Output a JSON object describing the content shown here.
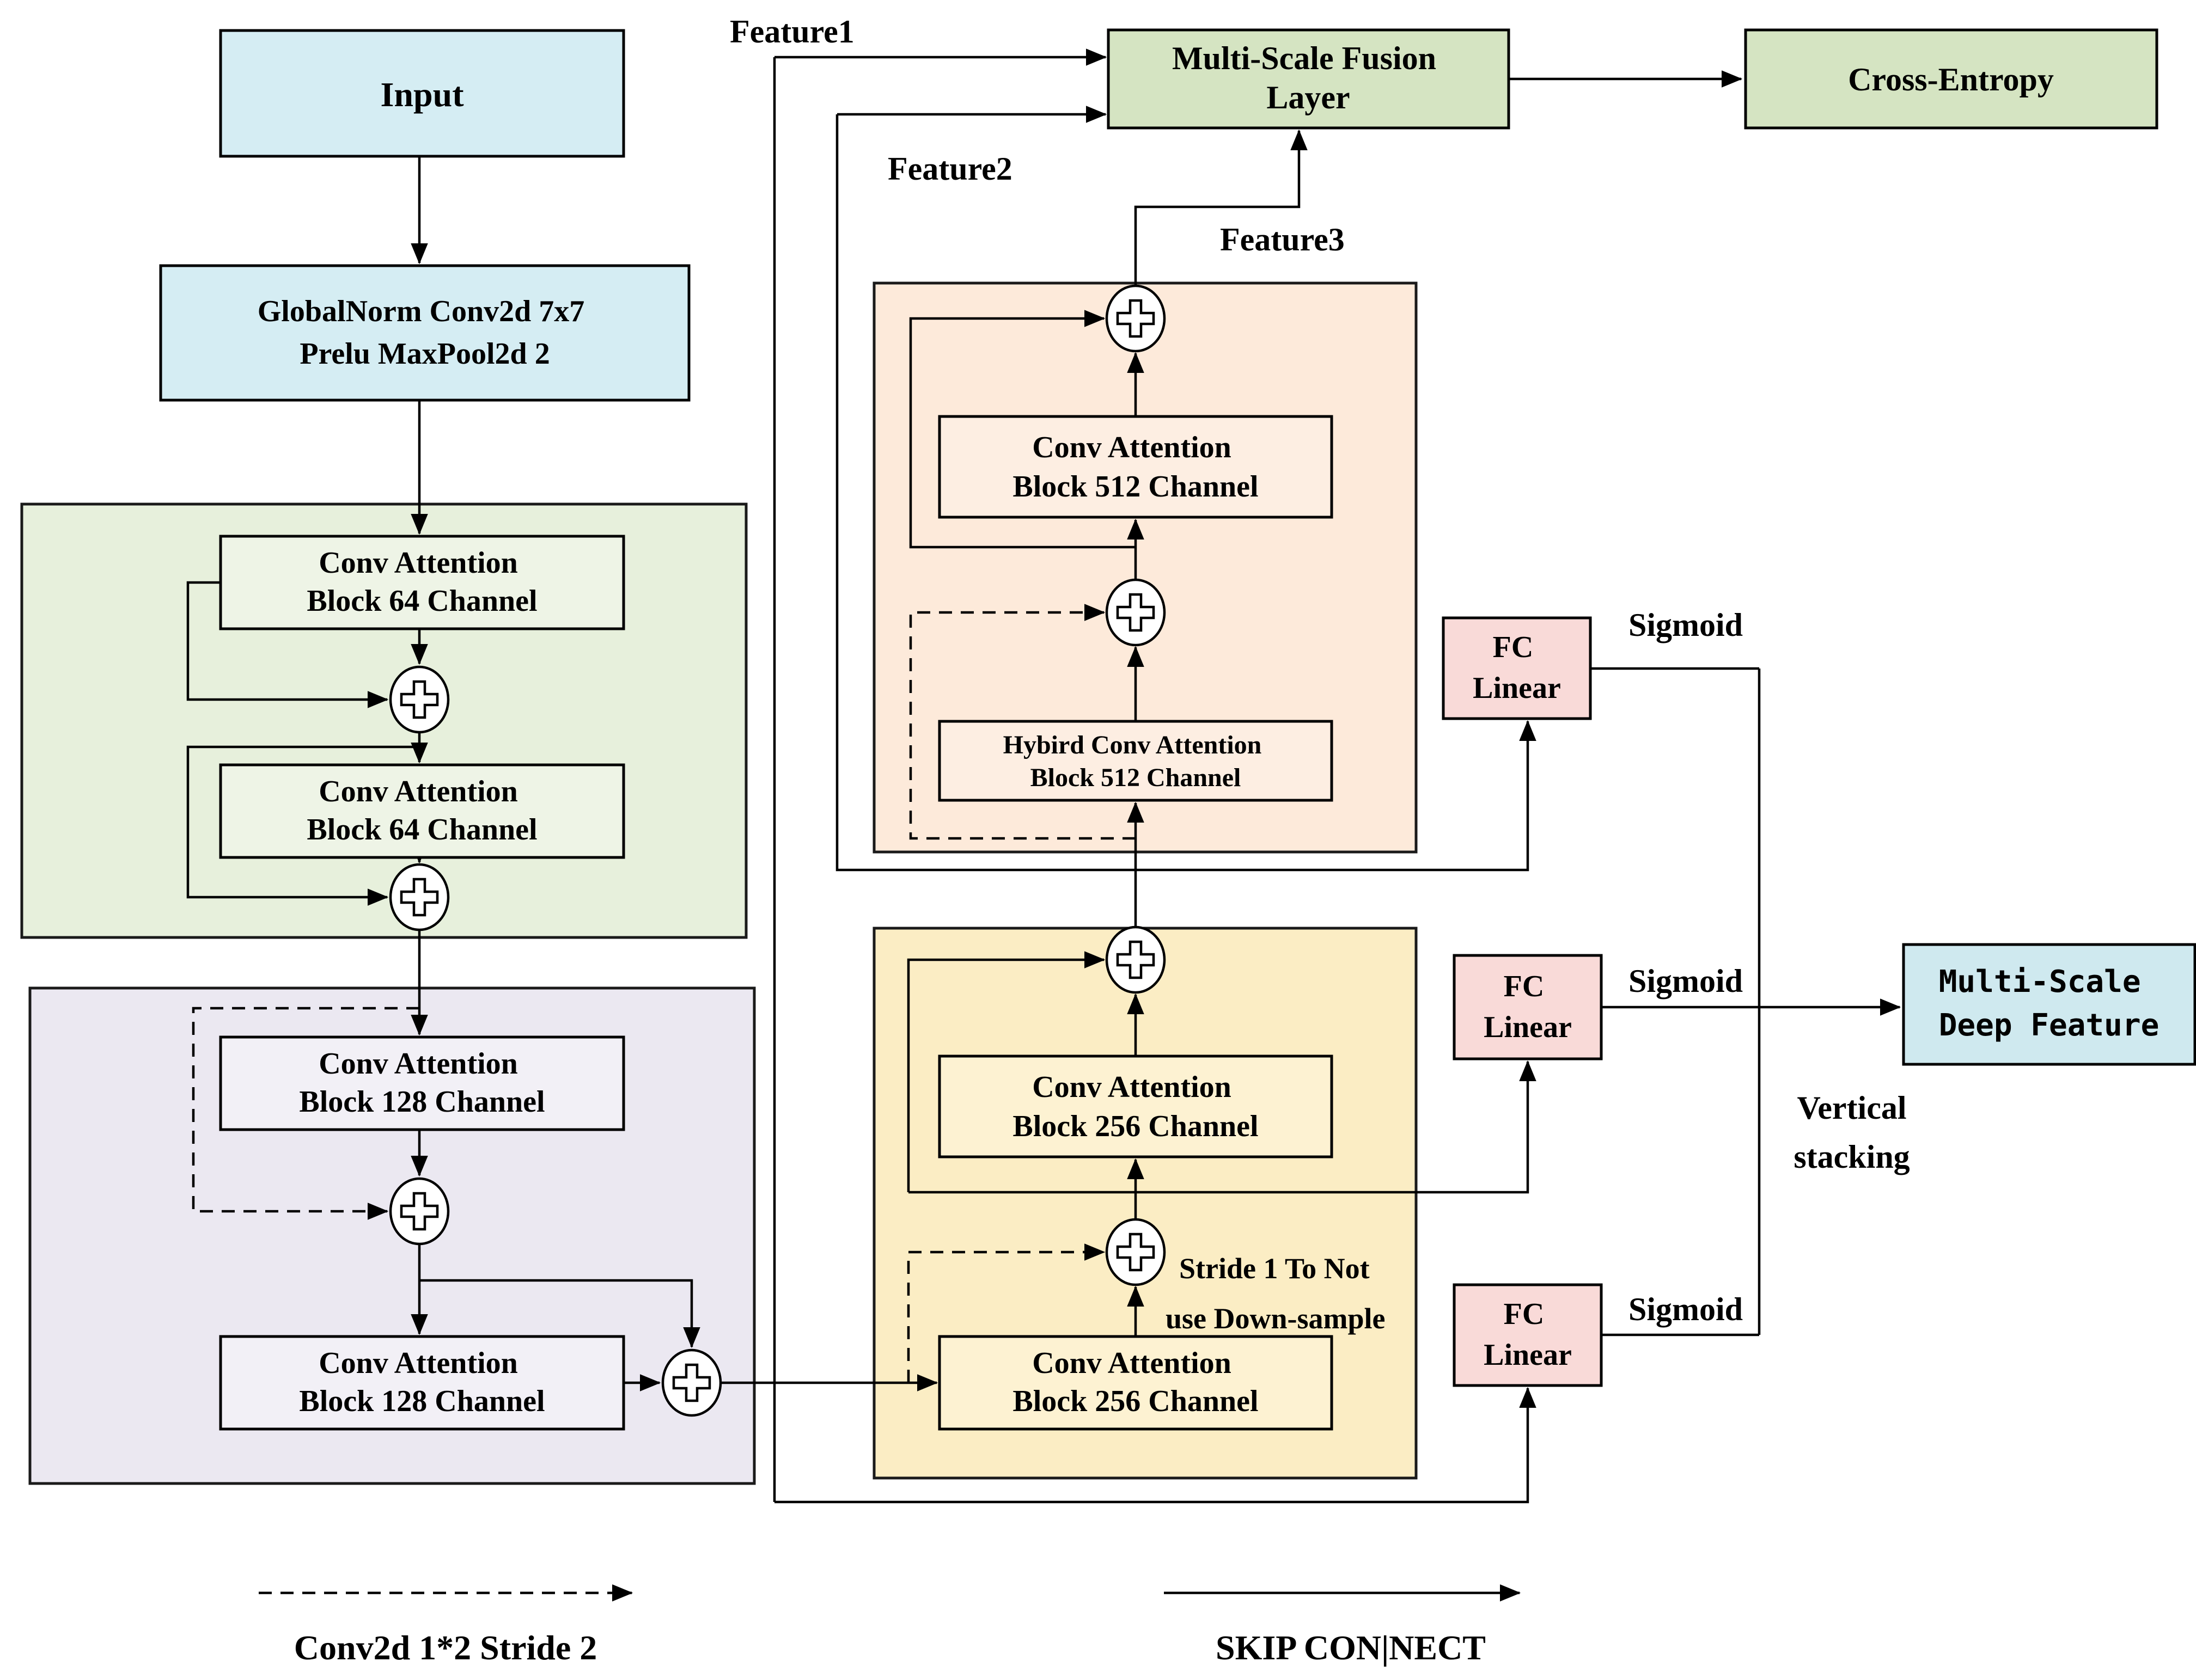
{
  "boxes": {
    "input": {
      "label": "Input"
    },
    "globalnorm": {
      "line1": "GlobalNorm Conv2d 7x7",
      "line2": "Prelu MaxPool2d 2"
    },
    "cab64": {
      "line1": "Conv Attention",
      "line2": "Block 64 Channel"
    },
    "cab128": {
      "line1": "Conv Attention",
      "line2": "Block 128 Channel"
    },
    "cab256": {
      "line1": "Conv Attention",
      "line2": "Block 256 Channel"
    },
    "cab512": {
      "line1": "Conv Attention",
      "line2": "Block 512 Channel"
    },
    "hybird512": {
      "line1": "Hybird Conv Attention",
      "line2": "Block 512 Channel"
    },
    "fusion": {
      "line1": "Multi-Scale Fusion",
      "line2": "Layer"
    },
    "cross_entropy": {
      "label": "Cross-Entropy"
    },
    "fc": {
      "line1": "FC",
      "line2": "Linear"
    },
    "deep_feature": {
      "line1": "Multi-Scale",
      "line2": "Deep Feature"
    }
  },
  "labels": {
    "feature1": "Feature1",
    "feature2": "Feature2",
    "feature3": "Feature3",
    "sigmoid": "Sigmoid",
    "stride_note_line1": "Stride 1 To Not",
    "stride_note_line2": "use Down-sample",
    "stacking_line1": "Vertical",
    "stacking_line2": "stacking"
  },
  "legend": {
    "dashed": "Conv2d 1*2 Stride 2",
    "solid": "SKIP CON|NECT"
  },
  "colors": {
    "light_blue": "#d5edf3",
    "green_container": "#e7f0dc",
    "green_box": "#eef4e6",
    "purple_container": "#ebe8f1",
    "purple_box": "#f2f0f6",
    "orange_container": "#fdeada",
    "orange_box": "#fdeee2",
    "yellow_container": "#fbedc4",
    "yellow_box": "#fdf2d2",
    "sage_green": "#d5e4c2",
    "pink": "#f9dad8",
    "cyan": "#cfe9ef"
  }
}
